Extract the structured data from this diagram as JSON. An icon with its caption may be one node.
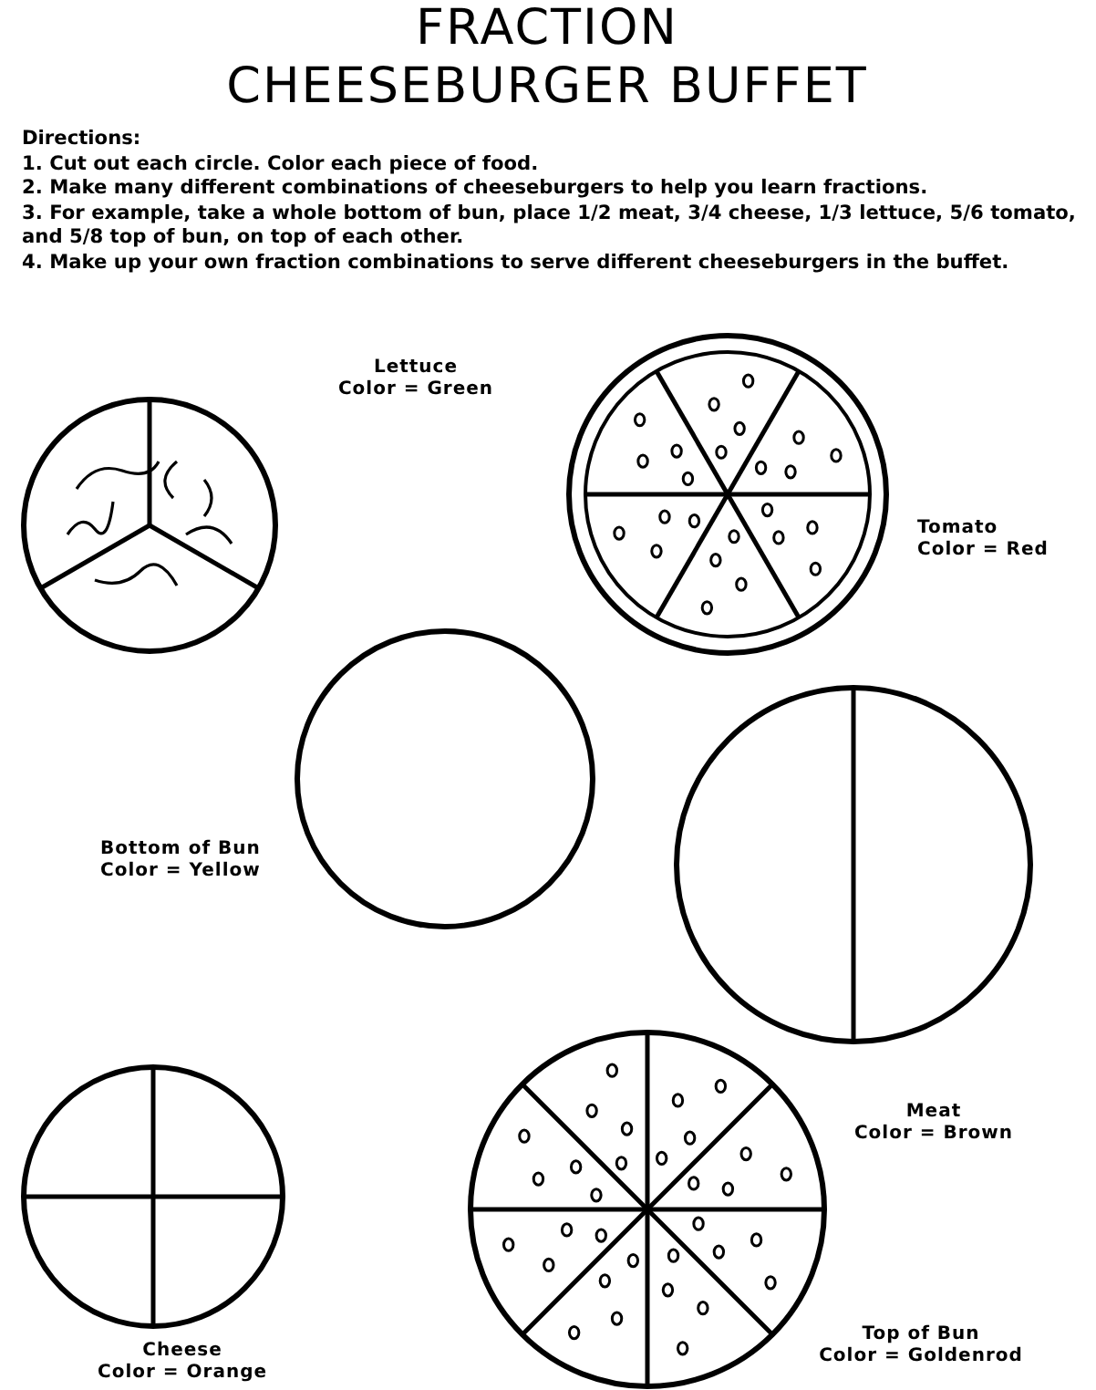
{
  "diagram": {
    "title": "FRACTION CHEESEBURGER BUFFET",
    "nodes": [
      {
        "text": [],
        "shape": "circle",
        "beside": [
          "Lettuce",
          "Color = Green"
        ]
      },
      {
        "text": [],
        "shape": "circle",
        "beside": [
          "Tomato",
          "Color = Red"
        ]
      },
      {
        "text": [],
        "shape": "circle",
        "beside": [
          "Bottom of Bun",
          "Color = Yellow"
        ]
      },
      {
        "text": [],
        "shape": "circle",
        "beside": [
          "Meat",
          "Color = Brown"
        ]
      },
      {
        "text": [],
        "shape": "circle",
        "beside": [
          "Cheese",
          "Color = Orange"
        ]
      },
      {
        "text": [],
        "shape": "circle",
        "beside": [
          "Top of Bun",
          "Color = Goldenrod"
        ]
      }
    ],
    "labels": [
      "Directions:",
      "1. Cut out each circle. Color each piece of food.",
      "2. Make many different combinations of cheeseburgers to help you learn fractions.",
      "3. For example, take a whole bottom of bun, place 1/2 meat, 3/4 cheese, 1/3 lettuce, 5/6 tomato, and 5/8 top of bun, on top of each other.",
      "4. Make up your own fraction combinations to serve different cheeseburgers in the buffet."
    ]
  }
}
